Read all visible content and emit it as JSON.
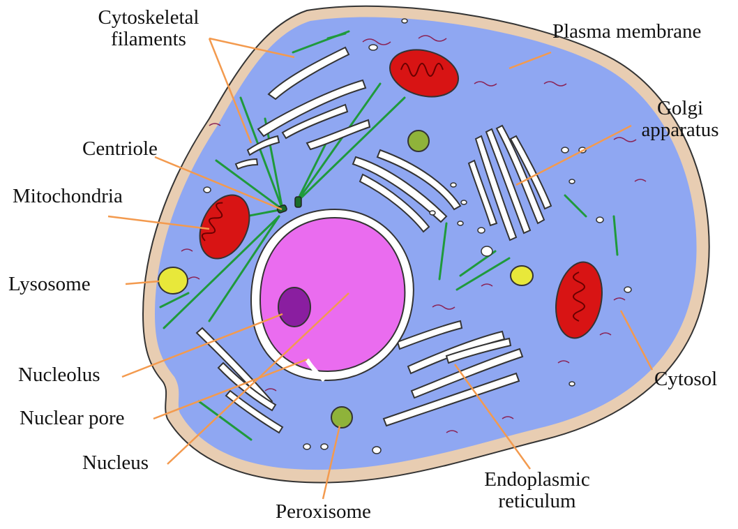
{
  "colors": {
    "background": "#ffffff",
    "cell_membrane": "#e8cdb2",
    "cytosol": "#8fa7f2",
    "nucleus": "#ea6cef",
    "nucleolus": "#8a1ea0",
    "mitochondria": "#d81414",
    "lysosome": "#e8e83a",
    "peroxisome": "#8fb33a",
    "cytoskeleton": "#1f9a3b",
    "leader_line": "#f39a4e",
    "er_dots": "#8a2255"
  },
  "labels": {
    "cytoskeletal_filaments": [
      "Cytoskeletal",
      "filaments"
    ],
    "plasma_membrane": "Plasma membrane",
    "golgi_apparatus": [
      "Golgi",
      "apparatus"
    ],
    "centriole": "Centriole",
    "mitochondria": "Mitochondria",
    "lysosome": "Lysosome",
    "nucleolus": "Nucleolus",
    "nuclear_pore": "Nuclear pore",
    "nucleus": "Nucleus",
    "cytosol": "Cytosol",
    "endoplasmic_reticulum": [
      "Endoplasmic",
      "reticulum"
    ],
    "peroxisome": "Peroxisome"
  }
}
